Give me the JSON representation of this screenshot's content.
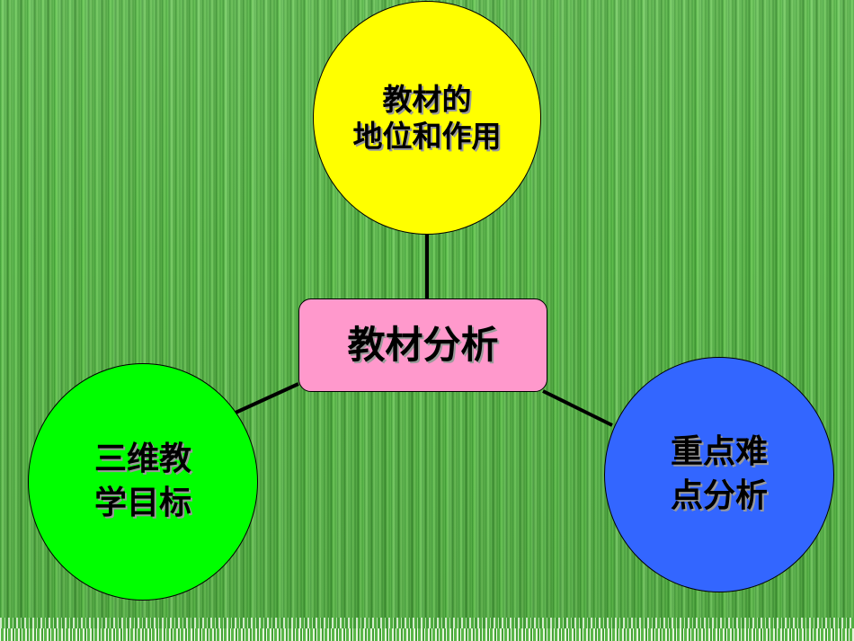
{
  "diagram": {
    "center": {
      "label": "教材分析"
    },
    "nodes": [
      {
        "id": "top",
        "lines": [
          "教材的",
          "地位和作用"
        ],
        "color": "#ffff00"
      },
      {
        "id": "left",
        "lines": [
          "三维教",
          "学目标"
        ],
        "color": "#00ff00"
      },
      {
        "id": "right",
        "lines": [
          "重点难",
          "点分析"
        ],
        "color": "#3366ff"
      }
    ],
    "center_color": "#ff99cc",
    "connector_color": "#000000"
  }
}
